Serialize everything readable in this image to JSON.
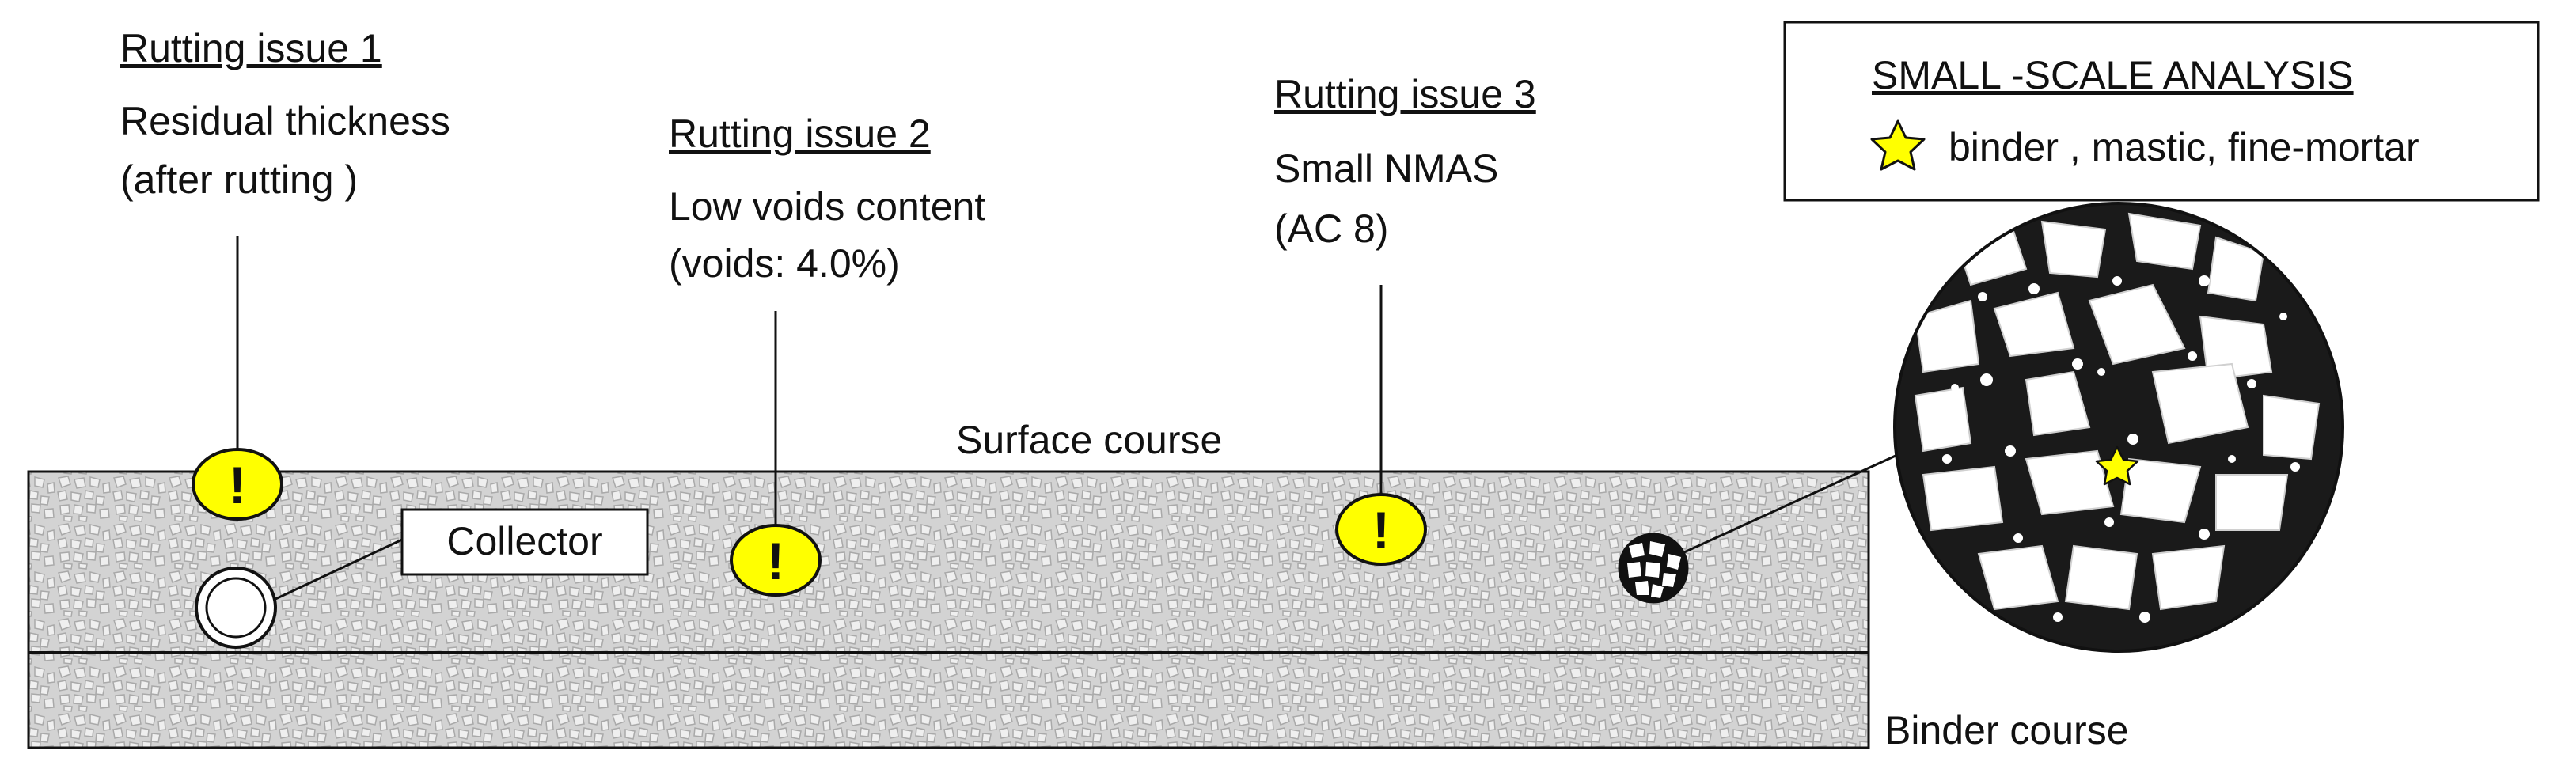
{
  "issues": [
    {
      "title": "Rutting issue 1",
      "line1": "Residual thickness",
      "line2": "(after rutting )"
    },
    {
      "title": "Rutting issue 2",
      "line1": "Low voids content",
      "line2": "(voids: 4.0%)"
    },
    {
      "title": "Rutting issue 3",
      "line1": "Small NMAS",
      "line2": "(AC 8)"
    }
  ],
  "warning_symbol": "!",
  "layers": {
    "surface": "Surface course",
    "binder": "Binder course"
  },
  "collector": "Collector",
  "analysis": {
    "title": "SMALL -SCALE ANALYSIS",
    "legend": "binder , mastic, fine-mortar"
  },
  "colors": {
    "warning_fill": "#ffff00",
    "star_fill": "#ffff00",
    "pavement_fill": "#d6d6d6",
    "line": "#111111",
    "micro_bg": "#111111"
  },
  "icons": {
    "warning": "warning-exclamation-icon",
    "star": "star-icon",
    "collector": "collector-pipe-icon"
  }
}
